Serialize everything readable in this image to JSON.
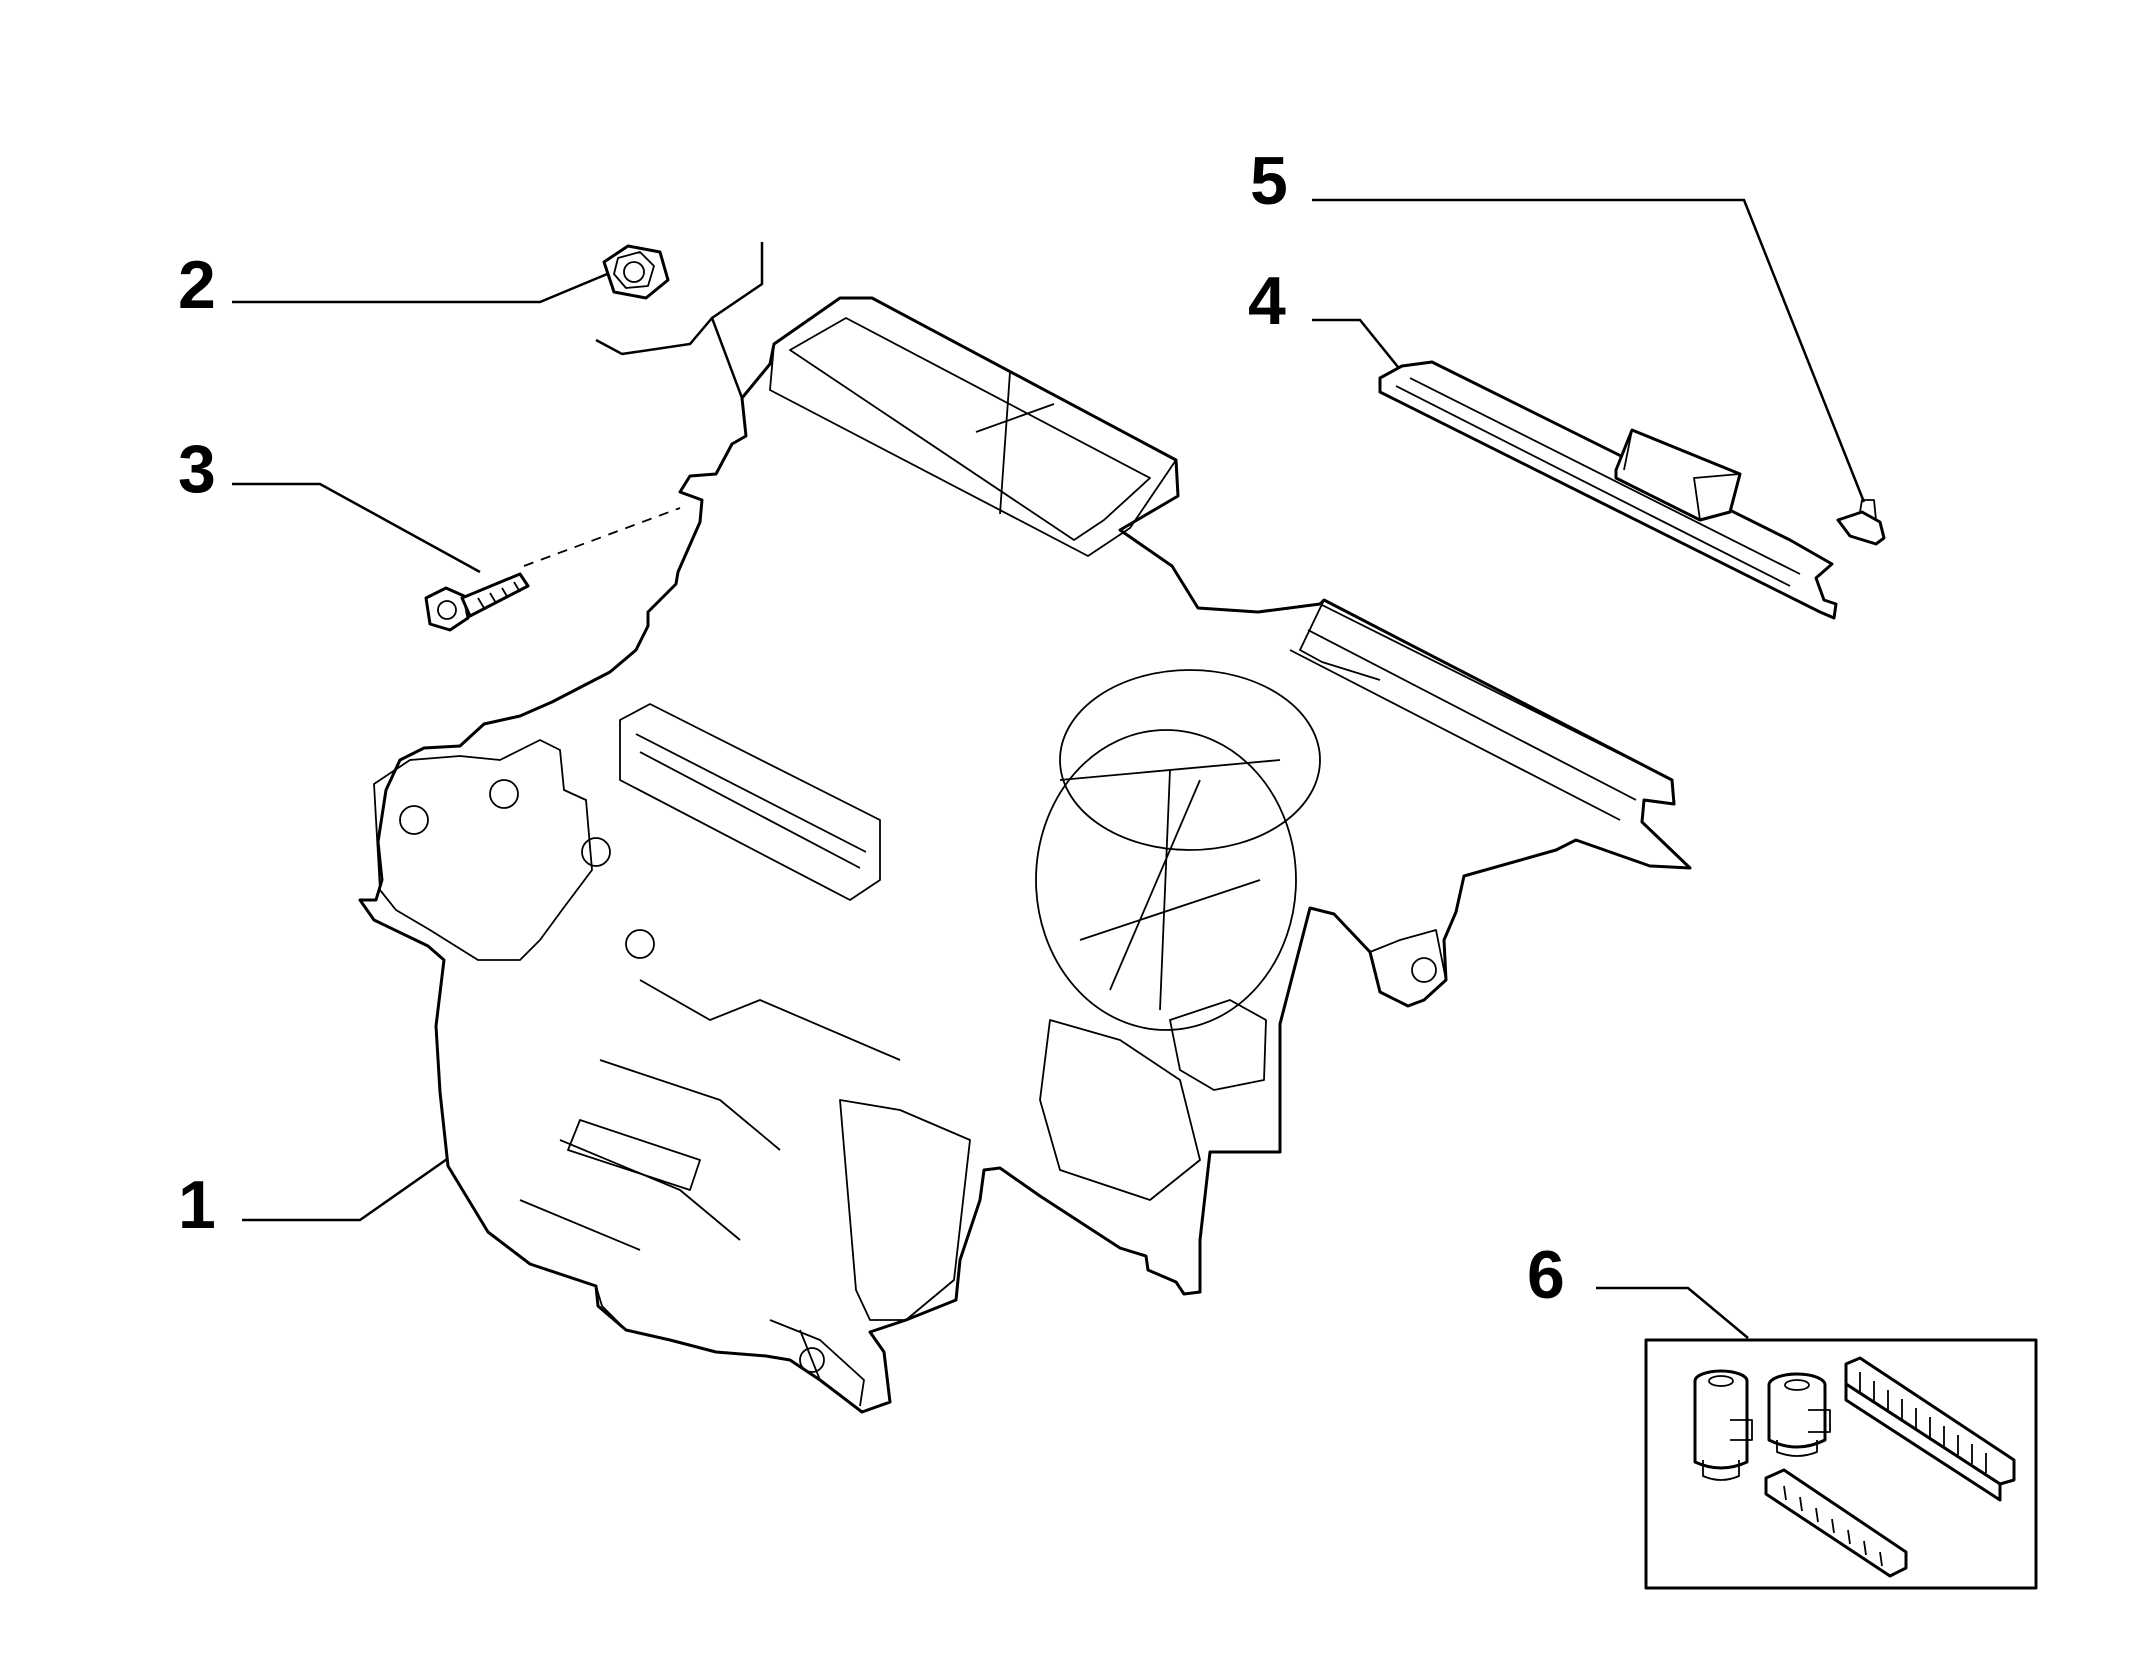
{
  "callouts": [
    {
      "id": "1",
      "label": "1"
    },
    {
      "id": "2",
      "label": "2"
    },
    {
      "id": "3",
      "label": "3"
    },
    {
      "id": "4",
      "label": "4"
    },
    {
      "id": "5",
      "label": "5"
    },
    {
      "id": "6",
      "label": "6"
    }
  ],
  "parts": [
    {
      "ref": "1",
      "icon": "heater-blower-housing"
    },
    {
      "ref": "2",
      "icon": "nut-icon"
    },
    {
      "ref": "3",
      "icon": "screw-icon"
    },
    {
      "ref": "4",
      "icon": "cabin-filter-cover"
    },
    {
      "ref": "5",
      "icon": "clip-icon"
    },
    {
      "ref": "6",
      "icon": "filter-kit"
    }
  ]
}
